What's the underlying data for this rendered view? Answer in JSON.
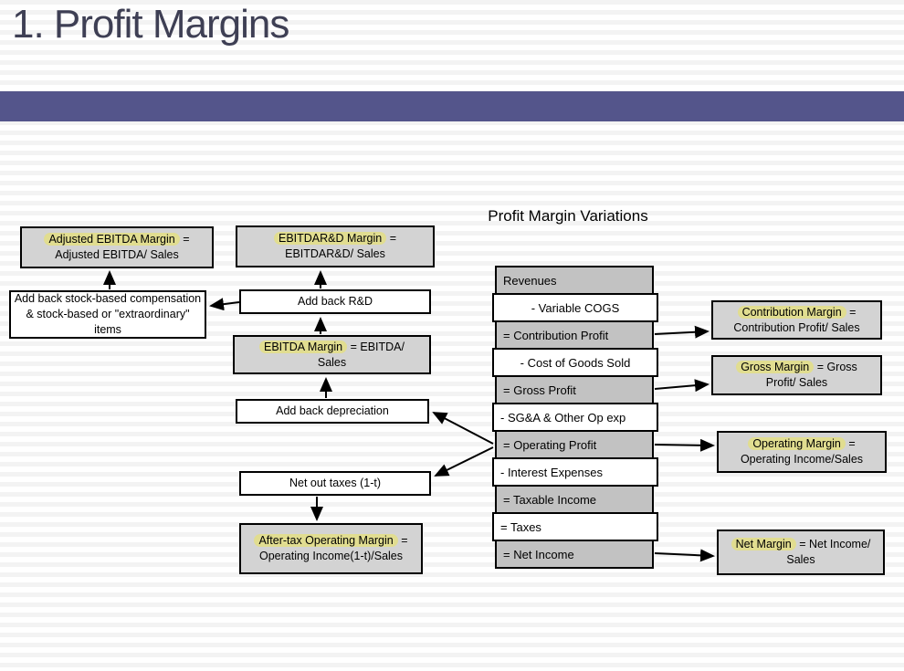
{
  "slide": {
    "title": "1. Profit Margins",
    "diagram_title": "Profit Margin Variations"
  },
  "colors": {
    "accent_bar": "#54558b",
    "title_text": "#3e3f54",
    "gray_box_fill": "#d3d3d3",
    "income_row_gray_fill": "#c2c2c2",
    "highlight_yellow": "#e1dd90"
  },
  "diagram": {
    "income_statement": [
      {
        "label": "Revenues"
      },
      {
        "label": "- Variable COGS"
      },
      {
        "label": "= Contribution Profit"
      },
      {
        "label": "- Cost of Goods Sold"
      },
      {
        "label": "= Gross Profit"
      },
      {
        "label": "- SG&A & Other Op exp"
      },
      {
        "label": "= Operating Profit"
      },
      {
        "label": "- Interest Expenses"
      },
      {
        "label": "= Taxable Income"
      },
      {
        "label": "= Taxes"
      },
      {
        "label": "= Net Income"
      }
    ],
    "margin_boxes": {
      "adjusted_ebitda": {
        "highlight": "Adjusted EBITDA Margin",
        "after": " =",
        "line2": "Adjusted EBITDA/ Sales"
      },
      "ebitdard": {
        "highlight": "EBITDAR&D Margin",
        "after": " =",
        "line2": "EBITDAR&D/ Sales"
      },
      "ebitda": {
        "highlight": "EBITDA Margin",
        "after": " = EBITDA/",
        "line2": "Sales"
      },
      "after_tax_operating": {
        "highlight": "After-tax Operating Margin",
        "after": " =",
        "line2": "Operating Income(1-t)/Sales"
      },
      "contribution": {
        "highlight": "Contribution Margin",
        "after": " =",
        "line2": "Contribution Profit/ Sales"
      },
      "gross": {
        "highlight": "Gross Margin",
        "after": " = Gross",
        "line2": "Profit/ Sales"
      },
      "operating": {
        "highlight": "Operating Margin",
        "after": " =",
        "line2": "Operating Income/Sales"
      },
      "net": {
        "highlight": "Net Margin",
        "after": " = Net Income/",
        "line2": "Sales"
      }
    },
    "process_boxes": {
      "add_back_stock": "Add back stock-based compensation & stock-based or \"extraordinary\" items",
      "add_back_rd": "Add back R&D",
      "add_back_depreciation": "Add back depreciation",
      "net_out_taxes": "Net out taxes (1-t)"
    }
  }
}
